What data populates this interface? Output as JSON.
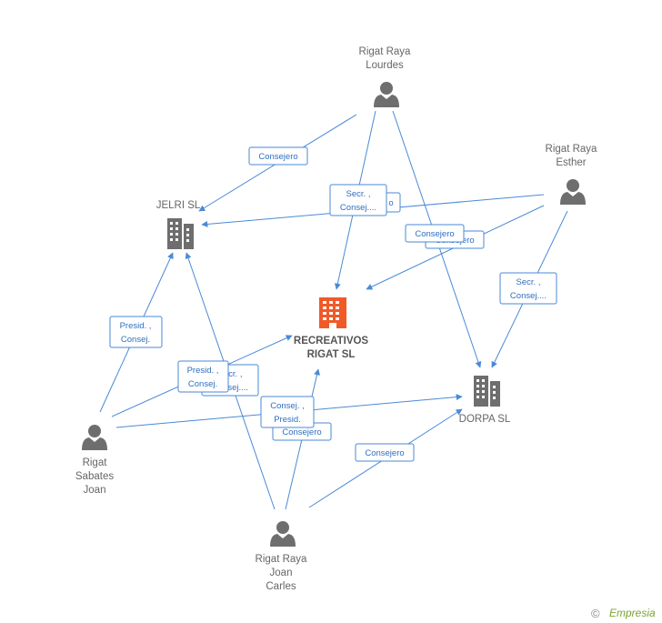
{
  "companies": {
    "center": {
      "line1": "RECREATIVOS",
      "line2": "RIGAT SL",
      "color": "#f05a28"
    },
    "jelri": {
      "label": "JELRI SL",
      "color": "#6e6e6e"
    },
    "dorpa": {
      "label": "DORPA SL",
      "color": "#6e6e6e"
    }
  },
  "persons": {
    "lourdes": {
      "line1": "Rigat Raya",
      "line2": "Lourdes",
      "icon": "person-icon"
    },
    "esther": {
      "line1": "Rigat Raya",
      "line2": "Esther",
      "icon": "person-icon"
    },
    "sabates": {
      "line1": "Rigat",
      "line2": "Sabates",
      "line3": "Joan",
      "icon": "person-icon"
    },
    "carles": {
      "line1": "Rigat Raya",
      "line2": "Joan",
      "line3": "Carles",
      "icon": "person-icon"
    }
  },
  "edge_labels": {
    "lourdes_jelri": "Consejero",
    "esther_jelri_l1": "Secr. ,",
    "esther_jelri_l2": "Consej....",
    "behind_secr": "o",
    "lourdes_dorpa": "Consejero",
    "esther_center": "Consejero",
    "esther_dorpa_l1": "Secr. ,",
    "esther_dorpa_l2": "Consej....",
    "sabates_jelri_l1": "Presid. ,",
    "sabates_jelri_l2": "Consej.",
    "carles_center_l1": "Secr. ,",
    "carles_center_l2": "Consej....",
    "sabates_center_l1": "Presid. ,",
    "sabates_center_l2": "Consej.",
    "sabates_dorpa_l1": "Consej. ,",
    "sabates_dorpa_l2": "Presid.",
    "carles_center2": "Consejero",
    "carles_dorpa": "Consejero"
  },
  "footer": {
    "copyright": "©",
    "brand": "Empresia"
  },
  "colors": {
    "edge": "#4a8ad6",
    "person": "#6e6e6e",
    "center_company": "#f05a28"
  }
}
